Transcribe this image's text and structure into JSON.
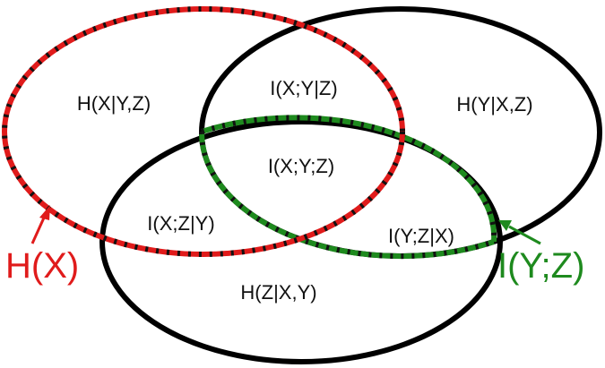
{
  "colors": {
    "background": "#ffffff",
    "black": "#000000",
    "red": "#e01b1b",
    "green": "#1e8a1e",
    "dash_black": "#111111"
  },
  "regions": {
    "h_x_given_yz": "H(X|Y,Z)",
    "h_y_given_xz": "H(Y|X,Z)",
    "h_z_given_xy": "H(Z|X,Y)",
    "i_xy_given_z": "I(X;Y|Z)",
    "i_xz_given_y": "I(X;Z|Y)",
    "i_yz_given_x": "I(Y;Z|X)",
    "i_xyz": "I(X;Y;Z)"
  },
  "callouts": {
    "hx": "H(X)",
    "iyz": "I(Y;Z)"
  }
}
